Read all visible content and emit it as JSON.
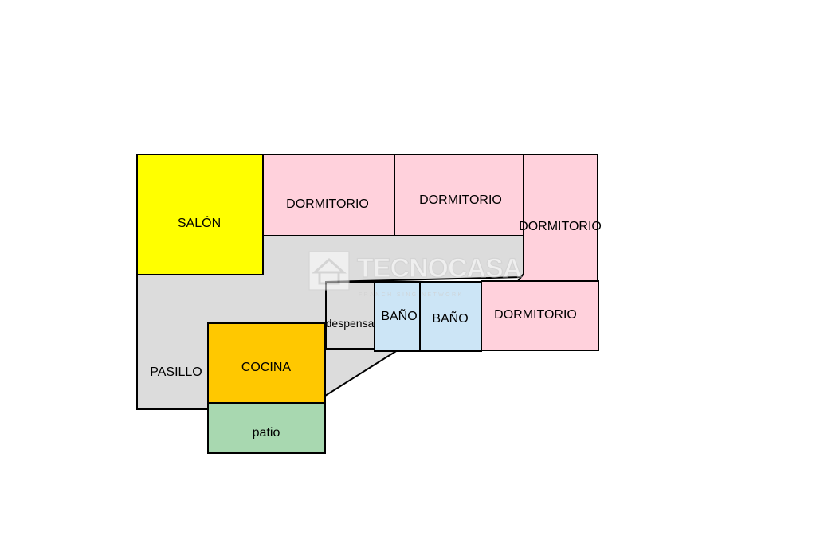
{
  "colors": {
    "hall": "#dcdcdc",
    "living": "#ffff00",
    "bedroom": "#ffd1dc",
    "kitchen": "#ffc800",
    "bathroom": "#cce5f6",
    "patio": "#a8d8b0",
    "pantry": "#dcdcdc",
    "wall": "#000000"
  },
  "rooms": {
    "salon": "SALÓN",
    "dormitorio_1": "DORMITORIO",
    "dormitorio_2": "DORMITORIO",
    "dormitorio_3": "DORMITORIO",
    "dormitorio_4": "DORMITORIO",
    "pasillo": "PASILLO",
    "cocina": "COCINA",
    "patio": "patio",
    "despensa": "despensa",
    "bano_1": "BAÑO",
    "bano_2": "BAÑO"
  },
  "watermark": {
    "brand": "TECNOCASA",
    "tagline": "FRANCHISING NETWORK",
    "icon": "house-logo-icon"
  }
}
